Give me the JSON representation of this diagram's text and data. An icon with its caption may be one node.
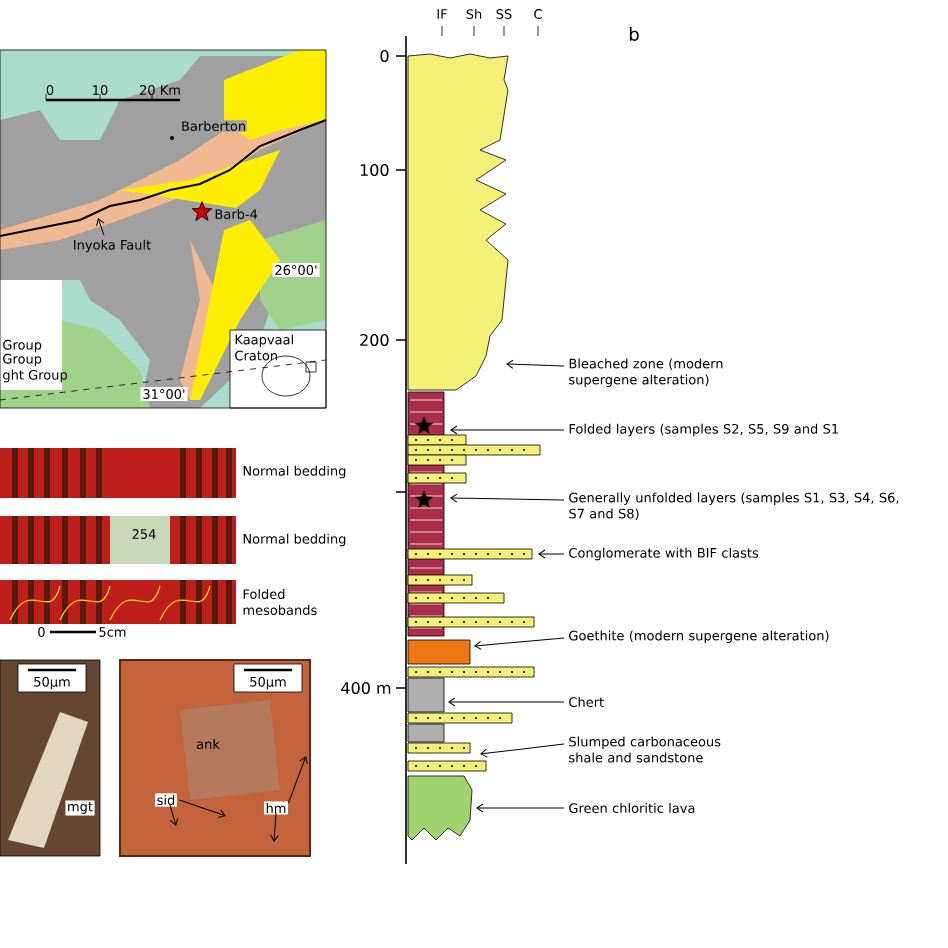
{
  "diagram": {
    "nodes": [
      {
        "text": [],
        "shape": "picture"
      },
      {
        "text": [
          "Inyoka Fault"
        ],
        "in": 0
      },
      {
        "text": [],
        "shape": "picture"
      },
      {
        "text": [
          "sid"
        ],
        "in": 2
      },
      {
        "text": [
          "hm"
        ],
        "in": 2
      },
      {
        "text": [],
        "shape": "picture"
      },
      {
        "text": [
          "Bleached zone (modern supergene alteration)"
        ]
      },
      {
        "text": [
          "Folded layers (samples S2, S5, S9 and S1"
        ]
      },
      {
        "text": [
          "Generally unfolded layers (samples S1, S3, S4, S6, S7 and S8)"
        ]
      },
      {
        "text": [
          "Conglomerate with BIF clasts"
        ]
      },
      {
        "text": [
          "Goethite (modern supergene alteration)"
        ]
      },
      {
        "text": [
          "Chert"
        ]
      },
      {
        "text": [
          "Slumped carbonaceous shale and sandstone"
        ]
      },
      {
        "text": [
          "Green chloritic lava"
        ]
      }
    ],
    "edges": [
      {
        "from": 1,
        "to": 0,
        "arrow": "to"
      },
      {
        "from": 3,
        "to": 2,
        "arrow": "to"
      },
      {
        "from": 3,
        "to": 2,
        "arrow": "to"
      },
      {
        "from": 4,
        "to": 2,
        "arrow": "to"
      },
      {
        "from": 4,
        "to": 2,
        "arrow": "to"
      },
      {
        "from": 6,
        "to": 5,
        "arrow": "to"
      },
      {
        "from": 7,
        "to": 5,
        "arrow": "to"
      },
      {
        "from": 8,
        "to": 5,
        "arrow": "to"
      },
      {
        "from": 9,
        "to": 5,
        "arrow": "to"
      },
      {
        "from": 10,
        "to": 5,
        "arrow": "to"
      },
      {
        "from": 11,
        "to": 5,
        "arrow": "to"
      },
      {
        "from": 12,
        "to": 5,
        "arrow": "to"
      },
      {
        "from": 13,
        "to": 5,
        "arrow": "to"
      }
    ],
    "labels": [
      "0",
      "10",
      "20 Km",
      "Barberton",
      "Barb-4",
      "26°00'",
      "Group",
      "Group",
      "ght Group",
      "Kaapvaal Craton",
      "31°00'",
      "Normal bedding",
      "254",
      "Normal bedding",
      "Folded mesobands",
      "0",
      "5cm",
      "50μm",
      "mgt",
      "50μm",
      "ank",
      "IF",
      "Sh",
      "SS",
      "C",
      "b",
      "0",
      "100",
      "200",
      "400 m"
    ]
  }
}
